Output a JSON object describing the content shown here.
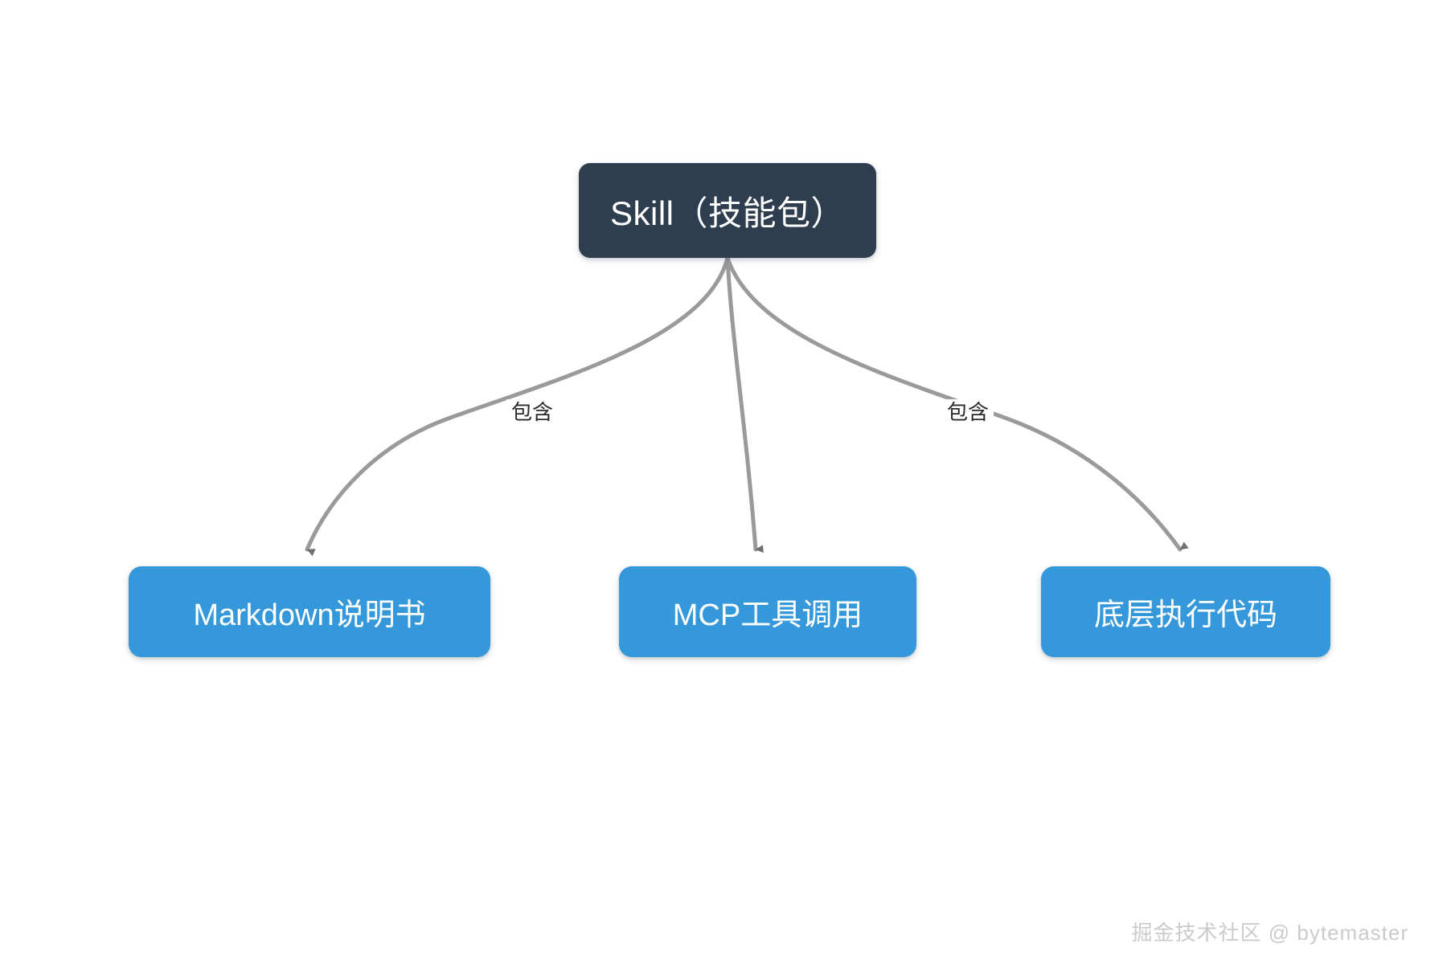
{
  "diagram": {
    "type": "flowchart-tree",
    "direction": "top-down",
    "background_color": "#ffffff",
    "root": {
      "id": "skill",
      "label": "Skill（技能包）",
      "fill_color": "#2e3e4e",
      "text_color": "#ffffff"
    },
    "children": [
      {
        "id": "markdown-doc",
        "label": "Markdown说明书",
        "fill_color": "#3498db",
        "text_color": "#ffffff"
      },
      {
        "id": "mcp-tool-call",
        "label": "MCP工具调用",
        "fill_color": "#3498db",
        "text_color": "#ffffff"
      },
      {
        "id": "low-level-code",
        "label": "底层执行代码",
        "fill_color": "#3498db",
        "text_color": "#ffffff"
      }
    ],
    "edges": [
      {
        "from": "skill",
        "to": "markdown-doc",
        "label": "包含",
        "color": "#9a9a9a"
      },
      {
        "from": "skill",
        "to": "mcp-tool-call",
        "label": "",
        "color": "#9a9a9a"
      },
      {
        "from": "skill",
        "to": "low-level-code",
        "label": "包含",
        "color": "#9a9a9a"
      }
    ],
    "edge_labels": [
      {
        "text": "包含"
      },
      {
        "text": "包含"
      }
    ]
  },
  "watermark": {
    "text": "掘金技术社区 @ bytemaster",
    "color": "#c9cbcd"
  }
}
